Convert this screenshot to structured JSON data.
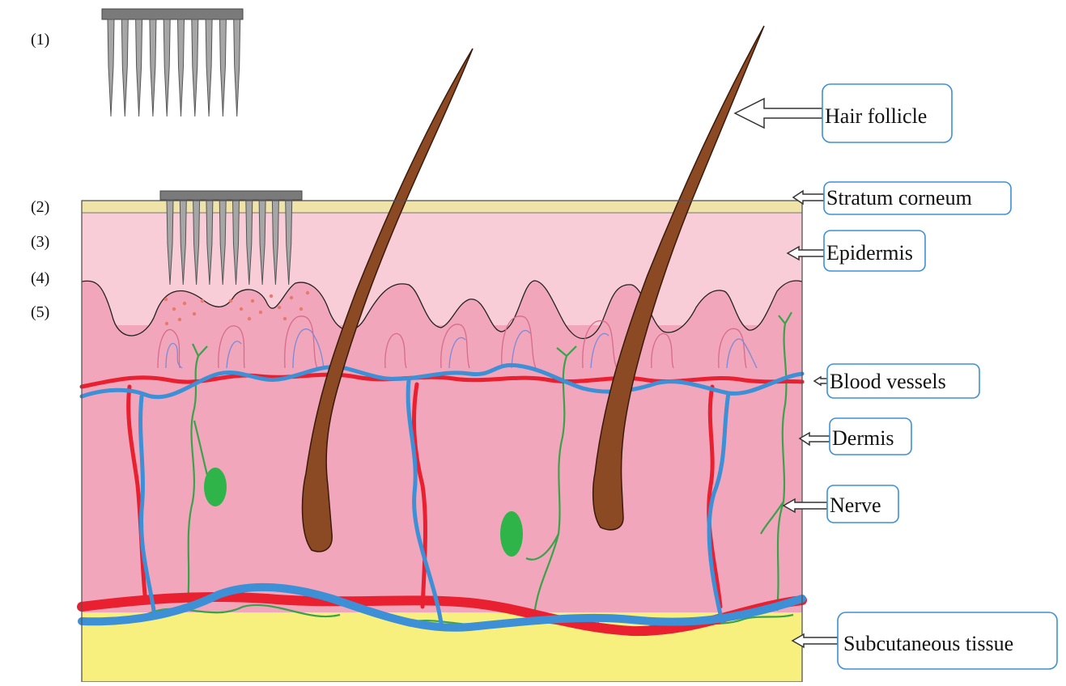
{
  "steps": [
    "(1)",
    "(2)",
    "(3)",
    "(4)",
    "(5)"
  ],
  "labels": {
    "hair_follicle": "Hair follicle",
    "stratum_corneum": "Stratum corneum",
    "epidermis": "Epidermis",
    "blood_vessels": "Blood vessels",
    "dermis": "Dermis",
    "nerve": "Nerve",
    "subcutaneous_tissue": "Subcutaneous tissue"
  },
  "colors": {
    "stratum_corneum": "#efe3a8",
    "epidermis": "#f8cdd8",
    "dermis": "#f1a6bb",
    "subcutaneous": "#f7f07f",
    "artery": "#e8202f",
    "vein": "#3d8fd6",
    "nerve": "#3aa24a",
    "hair": "#8b4a24",
    "needle": "#a6a6a6",
    "needle_base": "#7a7a7a",
    "label_border": "#3d8fd6"
  }
}
